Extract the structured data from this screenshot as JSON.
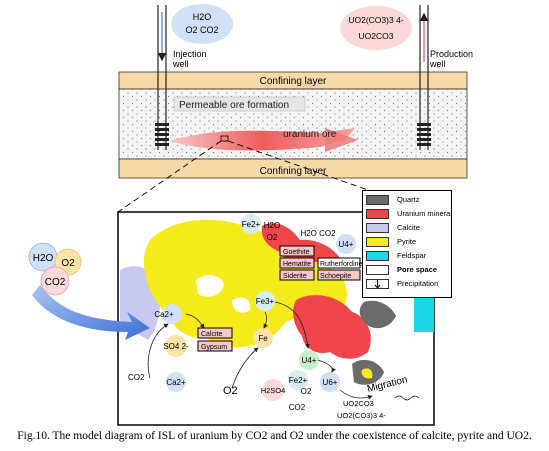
{
  "top_panel": {
    "injection_gases": {
      "line1": "H2O",
      "line2": "O2  CO2"
    },
    "production_species": {
      "line1": "UO2(CO3)3 4-",
      "line2": "UO2CO3"
    },
    "injection_well_label": [
      "Injection",
      "well"
    ],
    "production_well_label": [
      "Production",
      "well"
    ],
    "confining_layer_top": "Confining layer",
    "confining_layer_bottom": "Confining layer",
    "ore_formation": "Permeable ore formation",
    "uranium_ore": "uranium ore"
  },
  "bubbles_left": {
    "h2o": "H2O",
    "o2": "O2",
    "co2": "CO2"
  },
  "legend": [
    {
      "label": "Quartz",
      "color": "#6b6b6b"
    },
    {
      "label": "Uranium mineral",
      "color": "#f0454a"
    },
    {
      "label": "Calcite",
      "color": "#c8c8f0"
    },
    {
      "label": "Pyrite",
      "color": "#f5ea1a"
    },
    {
      "label": "Feldspar",
      "color": "#1cd6e6"
    },
    {
      "label": "Pore space",
      "color": "#ffffff"
    },
    {
      "label": "Precipitation",
      "color": "#ffffff"
    }
  ],
  "zoom": {
    "fe2": "Fe2+",
    "h2o_o2": [
      "H2O",
      "O2"
    ],
    "h2o_co2": "H2O CO2",
    "u4": "U4+",
    "minerals_left": [
      "Goethite",
      "Hematite",
      "Siderite"
    ],
    "minerals_right": [
      "Rutherfordine",
      "Schoepite"
    ],
    "fe3": "Fe3+",
    "ca2_top": "Ca2+",
    "calcite": "Calcite",
    "gypsum": "Gypsum",
    "so4": "SO4 2-",
    "co2_left": "CO2",
    "ca2_bottom": "Ca2+",
    "fe": "Fe",
    "o2": "O2",
    "h2so4": "H2SO4",
    "u4_b": "U4+",
    "fe2_b": "Fe2+",
    "o2_b": "O2",
    "u6": "U6+",
    "co2_bottom": "CO2",
    "migration": "Migration",
    "uo2co3": "UO2CO3",
    "uo2co3_3": "UO2(CO3)3 4-"
  },
  "caption": "Fig.10. The model diagram of ISL of uranium by CO2 and O2 under the coexistence of calcite, pyrite and UO2."
}
